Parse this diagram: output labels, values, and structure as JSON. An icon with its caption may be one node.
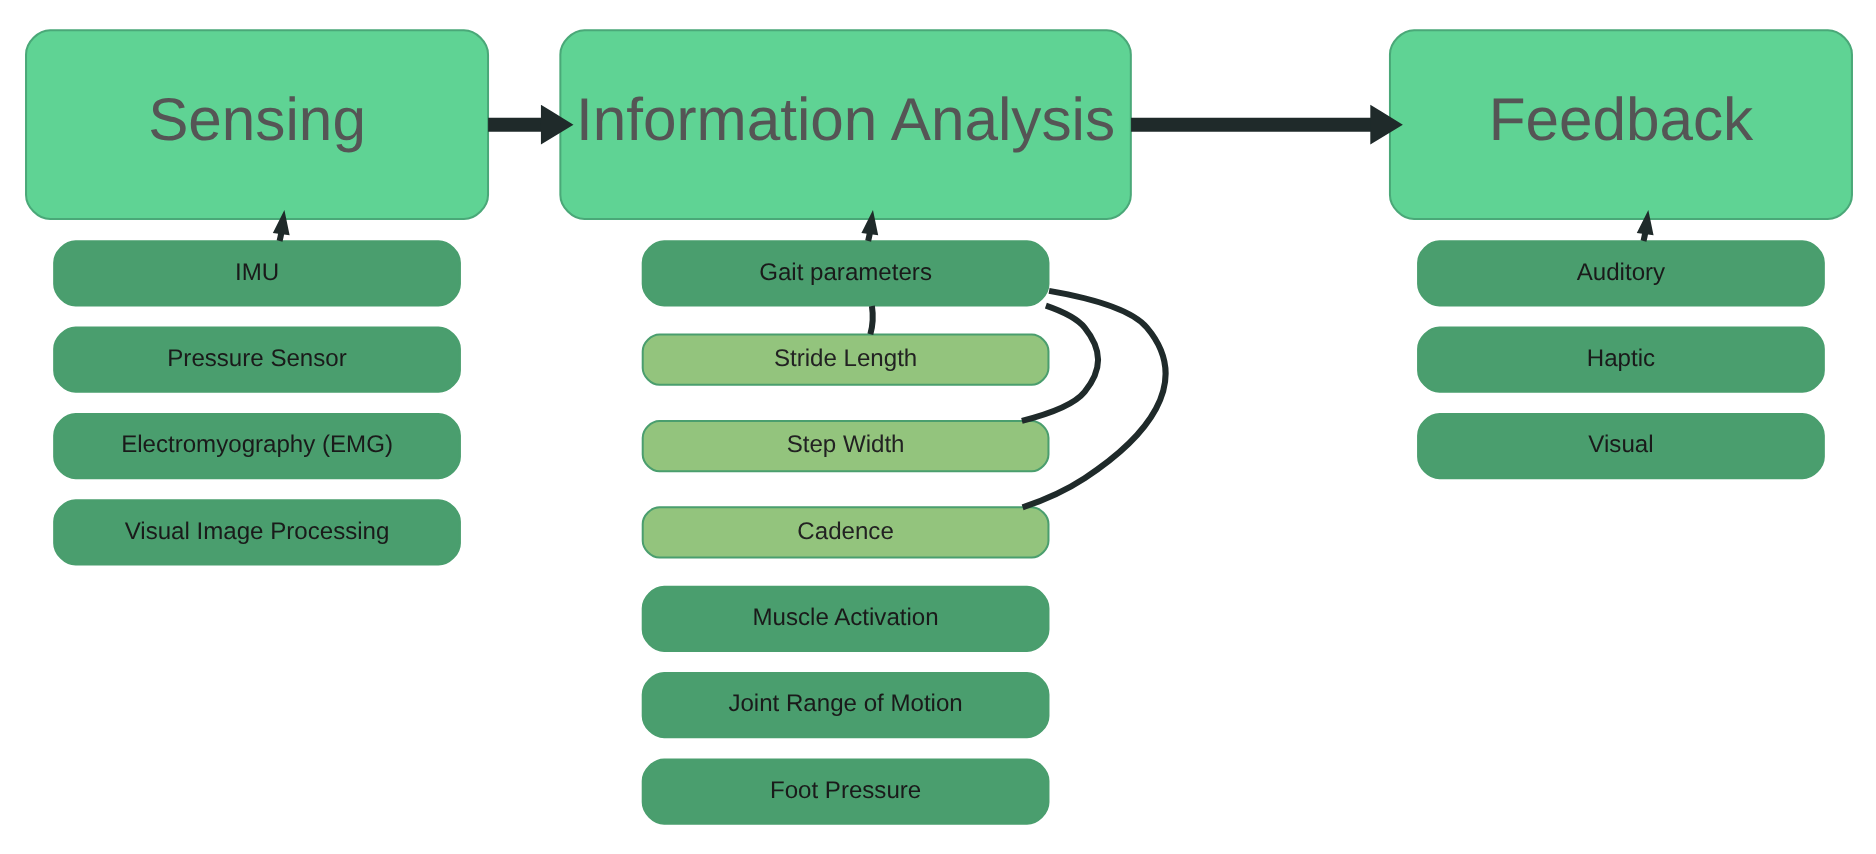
{
  "diagram": {
    "nodes": [
      {
        "text": [
          "Sensing"
        ]
      },
      {
        "text": [
          "Information Analysis"
        ]
      },
      {
        "text": [
          "Feedback"
        ]
      },
      {
        "text": [
          "IMU"
        ]
      },
      {
        "text": [
          "Pressure Sensor"
        ]
      },
      {
        "text": [
          "Electromyography (EMG)"
        ]
      },
      {
        "text": [
          "Visual Image Processing"
        ]
      },
      {
        "text": [
          "Gait parameters"
        ]
      },
      {
        "text": [
          "Stride Length"
        ]
      },
      {
        "text": [
          "Step Width"
        ]
      },
      {
        "text": [
          "Cadence"
        ]
      },
      {
        "text": [
          "Muscle Activation"
        ]
      },
      {
        "text": [
          "Joint Range of Motion"
        ]
      },
      {
        "text": [
          "Foot Pressure"
        ]
      },
      {
        "text": [
          "Auditory"
        ]
      },
      {
        "text": [
          "Haptic"
        ]
      },
      {
        "text": [
          "Visual"
        ]
      }
    ],
    "edges": [
      {
        "from": 0,
        "to": 1,
        "arrow": "to",
        "style": "thick"
      },
      {
        "from": 1,
        "to": 2,
        "arrow": "to",
        "style": "thick"
      },
      {
        "from": 3,
        "to": 0,
        "arrow": "to"
      },
      {
        "from": 7,
        "to": 1,
        "arrow": "to"
      },
      {
        "from": 14,
        "to": 2,
        "arrow": "to"
      },
      {
        "from": 7,
        "to": 8,
        "arrow": "none"
      },
      {
        "from": 7,
        "to": 9,
        "arrow": "none"
      },
      {
        "from": 7,
        "to": 10,
        "arrow": "none"
      }
    ]
  }
}
